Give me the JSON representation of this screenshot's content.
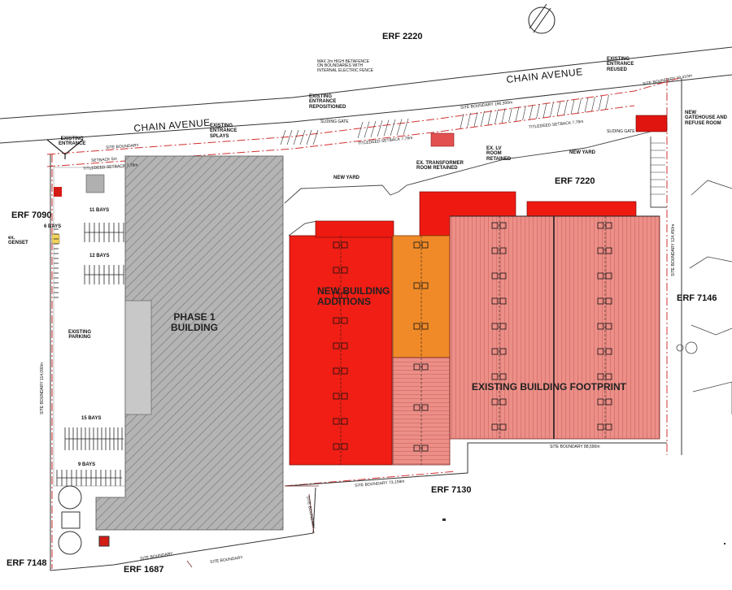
{
  "erfs": {
    "erf_2220": "ERF 2220",
    "erf_7220": "ERF 7220",
    "erf_7090": "ERF 7090",
    "erf_7146": "ERF 7146",
    "erf_7130": "ERF 7130",
    "erf_7148": "ERF 7148",
    "erf_1687": "ERF 1687"
  },
  "roads": {
    "chain_avenue_left": "CHAIN AVENUE",
    "chain_avenue_right": "CHAIN AVENUE"
  },
  "buildings": {
    "phase1": "PHASE 1\nBUILDING",
    "new_additions": "NEW BUILDING\nADDITIONS",
    "existing_footprint": "EXISTING BUILDING FOOTPRINT"
  },
  "parking": {
    "existing_parking": "EXISTING\nPARKING",
    "bays_11": "11 BAYS",
    "bays_12": "12 BAYS",
    "bays_15": "15 BAYS",
    "bays_9": "9 BAYS",
    "bays_6": "6 BAYS"
  },
  "annotations": {
    "existing_entrance": "EXISTING\nENTRANCE",
    "existing_entrance_splays": "EXISTING\nENTRANCE\nSPLAYS",
    "existing_entrance_repositioned": "EXISTING\nENTRANCE\nREPOSITIONED",
    "existing_entrance_reused": "EXISTING\nENTRANCE\nREUSED",
    "betafence_note": "MAX 2m HIGH BETAFENCE\nON BOUNDARIES WITH\nINTERNAL ELECTRIC FENCE",
    "new_gatehouse": "NEW\nGATEHOUSE AND\nREFUSE ROOM",
    "ex_lv_room": "EX. LV\nROOM\nRETAINED",
    "ex_transformer": "EX. TRANSFORMER\nROOM RETAINED",
    "new_yard_1": "NEW YARD",
    "new_yard_2": "NEW YARD",
    "ex_genset": "ex.\nGENSET",
    "sliding_gate_1": "SLIDING GATE",
    "sliding_gate_2": "SLIDING GATE"
  },
  "boundaries": {
    "site_boundary_top_left": "SITE BOUNDARY",
    "site_boundary_196": "SITE BOUNDARY 196,300m",
    "site_boundary_19": "SITE BOUNDARY 19,410m",
    "site_boundary_124": "SITE BOUNDARY 124,450m",
    "site_boundary_114": "SITE BOUNDARY 114,090m",
    "site_boundary_88": "SITE BOUNDARY 88,590m",
    "site_boundary_73": "SITE BOUNDARY 73,158m",
    "site_boundary_bottom_1": "SITE BOUNDARY",
    "site_boundary_bottom_2": "SITE BOUNDARY",
    "site_boundary_bottom_3": "SITE BOUNDARY",
    "setback_5m": "SETBACK 5m",
    "titledeed_setback_left": "TITLEDEED SETBACK 7,78m",
    "titledeed_setback_mid": "TITLEDEED SETBACK 7,78m",
    "titledeed_setback_right": "TITLEDEED SETBACK 7,78m"
  },
  "colors": {
    "new_addition_red": "#f01e14",
    "existing_pink": "#e9867f",
    "orange": "#f08a28",
    "hatch_grey": "#a9a9a9",
    "boundary_dash": "#d23030"
  }
}
